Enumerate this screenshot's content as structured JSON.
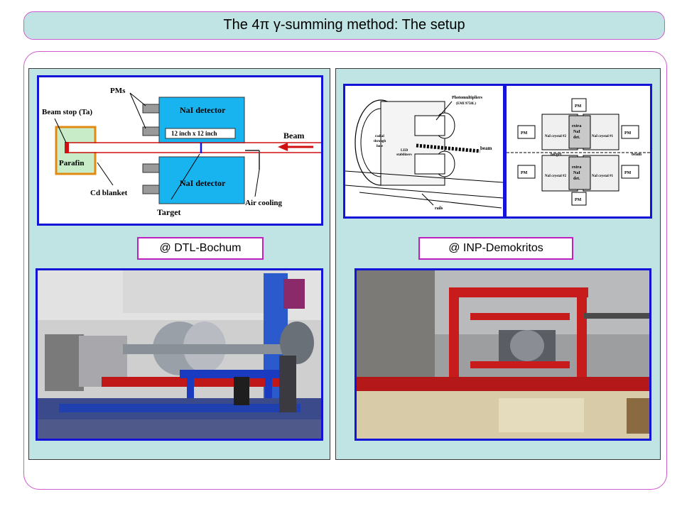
{
  "title": "The 4π γ-summing method: The setup",
  "labels": {
    "left": "@ DTL-Bochum",
    "right": "@ INP-Demokritos"
  },
  "schematic_left": {
    "pms": "PMs",
    "beam_stop": "Beam stop (Ta)",
    "nai_top": "NaI detector",
    "nai_bottom": "NaI detector",
    "size": "12 inch x 12 inch",
    "beam": "Beam",
    "parafin": "Parafin",
    "cd_blanket": "Cd blanket",
    "target": "Target",
    "air_cooling": "Air cooling"
  },
  "schematic_right": {
    "photomultipliers": "Photomultipliers",
    "emi": "(EMI 9758L)",
    "radial": "radial",
    "through": "through",
    "hole": "hole",
    "led": "LED",
    "stabilizers": "stabilizers",
    "beam": "beam",
    "rails": "rails",
    "pm": "PM",
    "extra_nai_1": "extra",
    "extra_nai_2": "NaI",
    "extra_nai_3": "det.",
    "nai_crystal_1": "NaI crystal #1",
    "nai_crystal_2": "NaI crystal #2",
    "target": "target",
    "beam_r": "beam"
  },
  "colors": {
    "accent_border": "#1414d8",
    "panel_bg": "#c0e4e4",
    "frame_border": "#d05ad0",
    "detector_fill": "#18b4f0",
    "parafin_fill": "#c8ecc8"
  }
}
